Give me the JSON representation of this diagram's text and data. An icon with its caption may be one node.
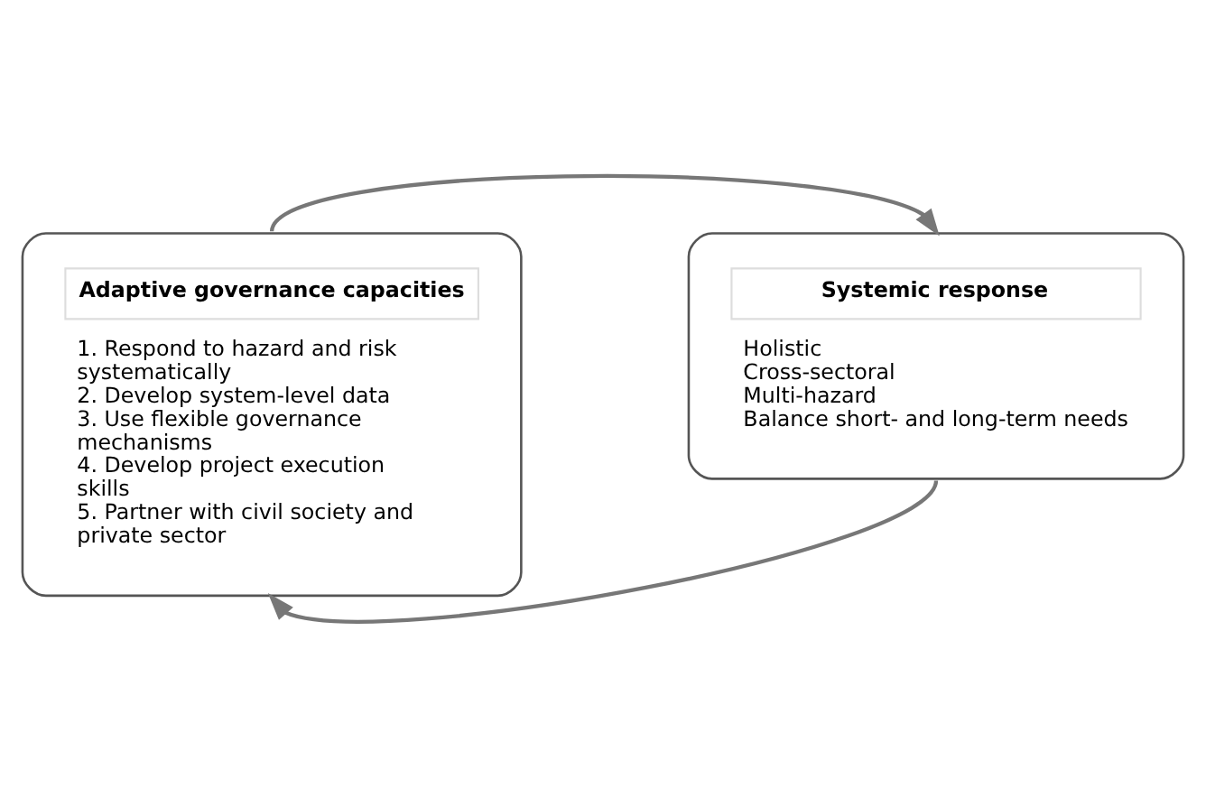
{
  "diagram": {
    "nodes": [
      {
        "text": [
          "Adaptive governance capacities",
          "1. Respond to hazard and risk systematically",
          "2. Develop system-level data",
          "3. Use flexible governance mechanisms",
          "4. Develop project execution skills",
          "5. Partner with civil society and private sector"
        ]
      },
      {
        "text": [
          "Systemic response",
          "Holistic",
          "Cross-sectoral",
          "Multi-hazard",
          "Balance short- and long-term needs"
        ]
      }
    ],
    "edges": [
      {
        "from": 0,
        "to": 1,
        "arrow": "to"
      },
      {
        "from": 1,
        "to": 0,
        "arrow": "to"
      }
    ]
  }
}
